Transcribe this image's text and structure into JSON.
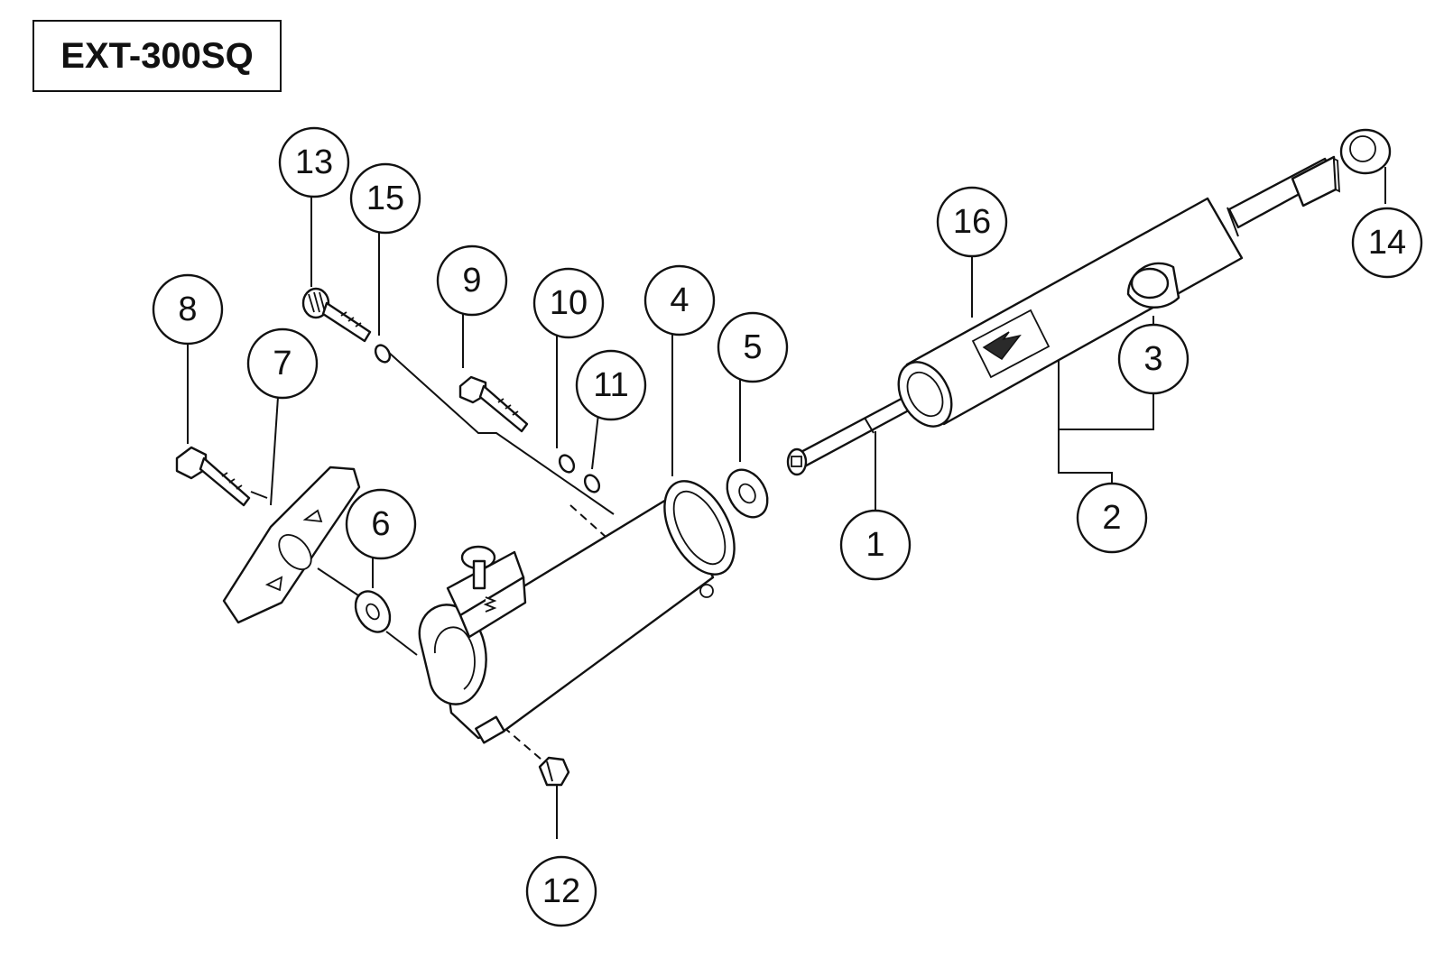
{
  "title": "EXT-300SQ",
  "callouts": [
    "1",
    "2",
    "3",
    "4",
    "5",
    "6",
    "7",
    "8",
    "9",
    "10",
    "11",
    "12",
    "13",
    "14",
    "15",
    "16"
  ]
}
